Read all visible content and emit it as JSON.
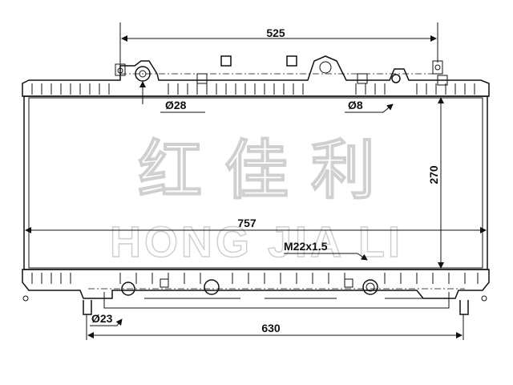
{
  "watermark": {
    "chinese": "红 佳 利",
    "latin": "HONG JIA LI"
  },
  "dimensions": {
    "top_span": "525",
    "height": "270",
    "core_width": "757",
    "bottom_span": "630",
    "inlet_dia": "Ø28",
    "vent_dia": "Ø8",
    "outlet_dia": "Ø23",
    "thread": "M22x1.5"
  },
  "colors": {
    "line": "#111111",
    "watermark_outline": "#d0d0d0"
  }
}
